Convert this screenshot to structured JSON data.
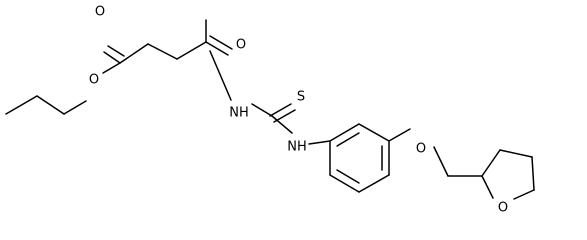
{
  "structure": {
    "atoms": {
      "ester_o_carbonyl": "O",
      "ester_o_link": "O",
      "amide_o": "O",
      "imide_nh": "NH",
      "thio_s": "S",
      "aryl_nh": "NH",
      "ether_o": "O",
      "ring_o": "O"
    }
  }
}
